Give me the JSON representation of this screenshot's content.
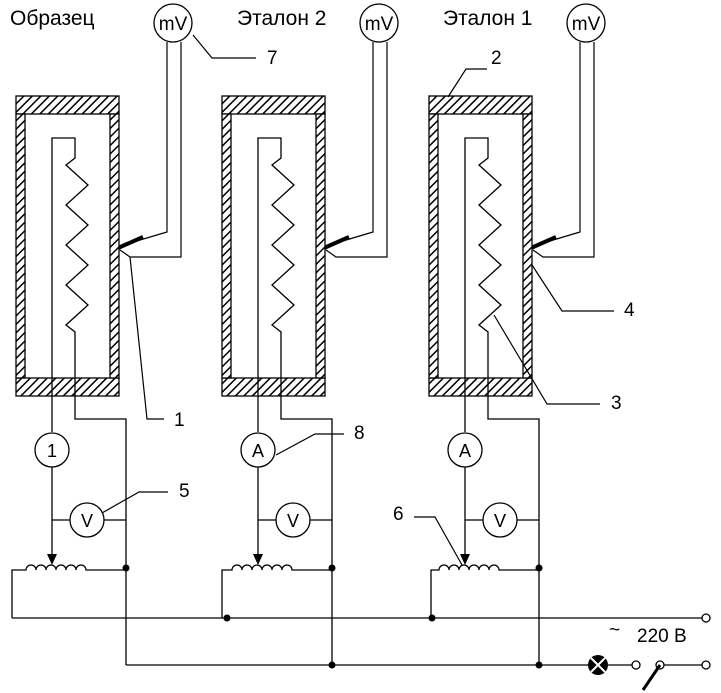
{
  "titles": {
    "sample": "Образец",
    "ref2": "Эталон 2",
    "ref1": "Эталон 1"
  },
  "meters": {
    "millivolt": "mV",
    "ammeter": "A",
    "voltmeter": "V",
    "first_ammeter": "1"
  },
  "callouts": {
    "n1": "1",
    "n2": "2",
    "n3": "3",
    "n4": "4",
    "n5": "5",
    "n6": "6",
    "n7": "7",
    "n8": "8"
  },
  "supply": {
    "symbol": "~",
    "voltage": "220 В"
  }
}
